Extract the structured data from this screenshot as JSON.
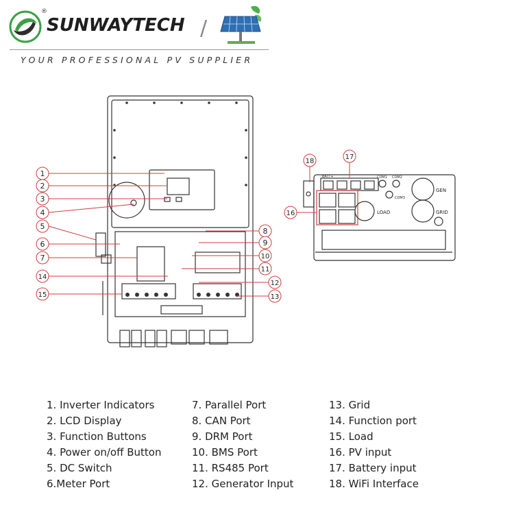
{
  "brand": {
    "name": "SUNWAYTECH",
    "registered_mark": "®",
    "tagline": "YOUR PROFESSIONAL PV SUPPLIER",
    "accent_green": "#3aa046",
    "icon_names": [
      "sunwaytech-logo-icon",
      "solar-panel-icon"
    ]
  },
  "diagram": {
    "callout_color": "#d23c3c",
    "left_callouts": [
      "1",
      "2",
      "3",
      "4",
      "5",
      "6",
      "7",
      "14",
      "15"
    ],
    "right_callouts": [
      "8",
      "9",
      "10",
      "11",
      "12",
      "13"
    ],
    "side_callouts": [
      "18",
      "17",
      "16"
    ],
    "side_labels": {
      "gen": "GEN",
      "grid": "GRID",
      "load": "LOAD",
      "com1": "COM1",
      "com2": "COM2",
      "com3": "COM3",
      "batt": "BATT+"
    }
  },
  "legend": {
    "col1": [
      "1. Inverter Indicators",
      "2. LCD Display",
      "3. Function Buttons",
      "4. Power on/off Button",
      "5. DC Switch",
      "6.Meter Port"
    ],
    "col2": [
      "7. Parallel Port",
      "8. CAN Port",
      "9. DRM Port",
      "10. BMS Port",
      "11. RS485 Port",
      "12. Generator Input"
    ],
    "col3": [
      "13. Grid",
      "14. Function port",
      "15. Load",
      "16. PV input",
      "17. Battery input",
      "18. WiFi Interface"
    ]
  }
}
